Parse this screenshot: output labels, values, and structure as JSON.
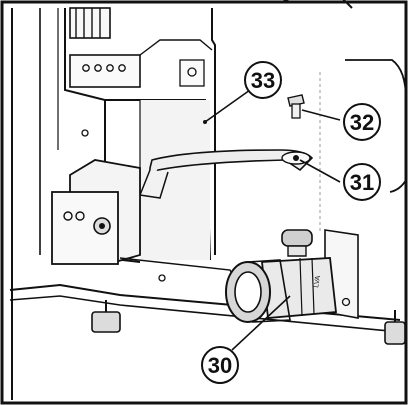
{
  "callouts": [
    {
      "id": "c33",
      "label": "33"
    },
    {
      "id": "c32",
      "label": "32"
    },
    {
      "id": "c31",
      "label": "31"
    },
    {
      "id": "c30",
      "label": "30"
    }
  ],
  "colors": {
    "outline": "#111111",
    "panel": "#f3f3f3",
    "shade": "#e4e4e4",
    "background": "#ffffff"
  },
  "icons": [
    "screw-icon",
    "ball-valve-icon",
    "bracket-icon",
    "adjustable-foot-icon"
  ]
}
